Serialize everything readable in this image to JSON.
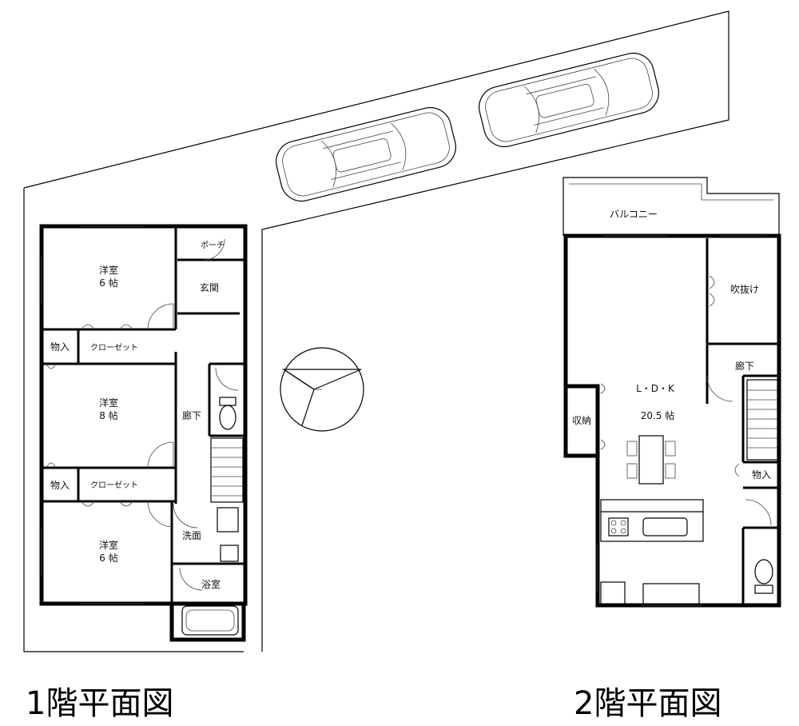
{
  "floor1": {
    "title": "1階平面図",
    "rooms": {
      "bedroom_a": {
        "name": "洋室",
        "size": "6 帖"
      },
      "bedroom_b": {
        "name": "洋室",
        "size": "8 帖"
      },
      "bedroom_c": {
        "name": "洋室",
        "size": "6 帖"
      },
      "storage_a": "物入",
      "storage_b": "物入",
      "closet_a": "クローゼット",
      "closet_b": "クローゼット",
      "entrance": "玄関",
      "porch": "ポーチ",
      "hallway": "廊下",
      "washroom": "洗面",
      "bathroom": "浴室"
    }
  },
  "floor2": {
    "title": "2階平面図",
    "rooms": {
      "balcony": "バルコニー",
      "void": "吹抜け",
      "hallway": "廊下",
      "ldk_name": "L・D・K",
      "ldk_size": "20.5 帖",
      "storage_closet": "収納",
      "storage": "物入"
    }
  }
}
